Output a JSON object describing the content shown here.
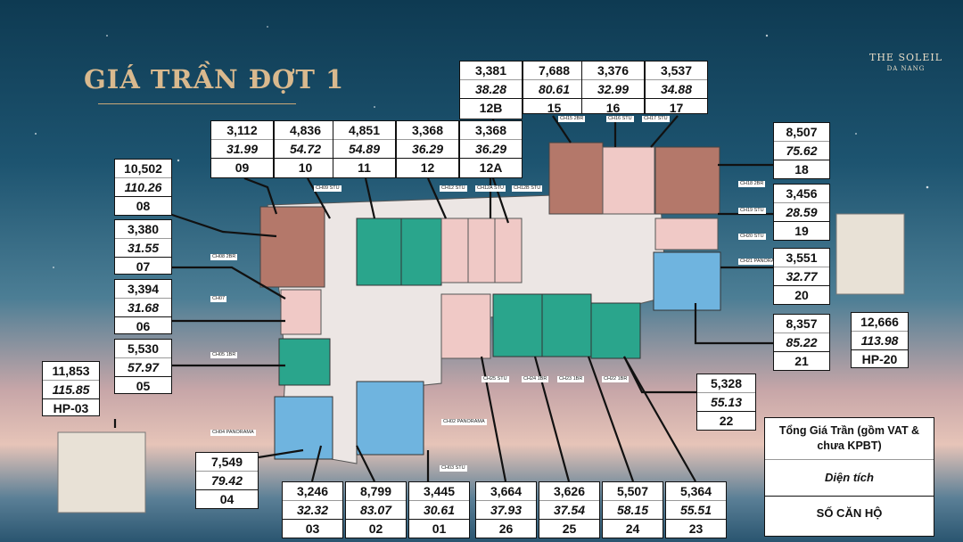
{
  "header": {
    "title": "GIÁ TRẦN ĐỢT 1",
    "brand_line1": "THE SOLEIL",
    "brand_line2": "DA NANG"
  },
  "units": [
    {
      "price": "3,381",
      "area": "38.28",
      "code": "12B"
    },
    {
      "price": "7,688",
      "area": "80.61",
      "code": "15"
    },
    {
      "price": "3,376",
      "area": "32.99",
      "code": "16"
    },
    {
      "price": "3,537",
      "area": "34.88",
      "code": "17"
    },
    {
      "price": "3,112",
      "area": "31.99",
      "code": "09"
    },
    {
      "price": "4,836",
      "area": "54.72",
      "code": "10"
    },
    {
      "price": "4,851",
      "area": "54.89",
      "code": "11"
    },
    {
      "price": "3,368",
      "area": "36.29",
      "code": "12"
    },
    {
      "price": "3,368",
      "area": "36.29",
      "code": "12A"
    },
    {
      "price": "10,502",
      "area": "110.26",
      "code": "08"
    },
    {
      "price": "3,380",
      "area": "31.55",
      "code": "07"
    },
    {
      "price": "3,394",
      "area": "31.68",
      "code": "06"
    },
    {
      "price": "5,530",
      "area": "57.97",
      "code": "05"
    },
    {
      "price": "11,853",
      "area": "115.85",
      "code": "HP-03"
    },
    {
      "price": "7,549",
      "area": "79.42",
      "code": "04"
    },
    {
      "price": "3,246",
      "area": "32.32",
      "code": "03"
    },
    {
      "price": "8,799",
      "area": "83.07",
      "code": "02"
    },
    {
      "price": "3,445",
      "area": "30.61",
      "code": "01"
    },
    {
      "price": "3,664",
      "area": "37.93",
      "code": "26"
    },
    {
      "price": "3,626",
      "area": "37.54",
      "code": "25"
    },
    {
      "price": "5,507",
      "area": "58.15",
      "code": "24"
    },
    {
      "price": "5,364",
      "area": "55.51",
      "code": "23"
    },
    {
      "price": "5,328",
      "area": "55.13",
      "code": "22"
    },
    {
      "price": "8,357",
      "area": "85.22",
      "code": "21"
    },
    {
      "price": "12,666",
      "area": "113.98",
      "code": "HP-20"
    },
    {
      "price": "3,551",
      "area": "32.77",
      "code": "20"
    },
    {
      "price": "3,456",
      "area": "28.59",
      "code": "19"
    },
    {
      "price": "8,507",
      "area": "75.62",
      "code": "18"
    }
  ],
  "legend": {
    "line1": "Tổng Giá Trần (gồm VAT & chưa KPBT)",
    "line2": "Diện tích",
    "line3": "SỐ CĂN HỘ"
  },
  "plan_tags": [
    "CH09 STU",
    "CH12 STU",
    "CH12A STU",
    "CH12B STU",
    "CH15 2BR",
    "CH16 STU",
    "CH17 STU",
    "CH08 2BR",
    "CH07",
    "CH18 2BR",
    "CH19 STU",
    "CH20 STU",
    "CH21 PANORAMA",
    "CH05 1BR",
    "CH04 PANORAMA",
    "CH03 STU",
    "CH25 STU",
    "CH24 1BR",
    "CH23 1BR",
    "CH22 1BR",
    "CH02 PANORAMA"
  ],
  "colors": {
    "title_gold": "#d9b98e",
    "unit_brown": "#b4786a",
    "unit_teal": "#2aa58c",
    "unit_blue": "#6fb4df",
    "unit_pink": "#f0c9c6",
    "corridor": "#e9e4e2"
  }
}
